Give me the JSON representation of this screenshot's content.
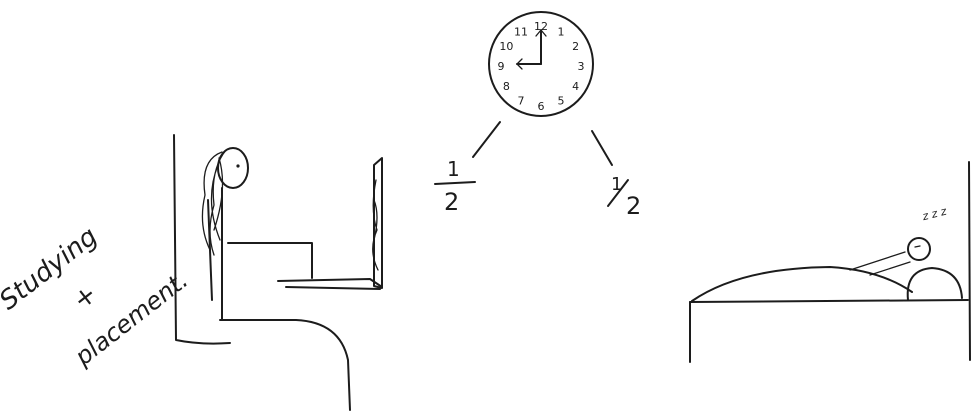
{
  "caption": {
    "line1": "Studying",
    "line2": "+",
    "line3": "placement."
  },
  "clock": {
    "numerals": [
      "12",
      "1",
      "2",
      "3",
      "4",
      "5",
      "6",
      "7",
      "8",
      "9",
      "10",
      "11"
    ]
  },
  "fractions": {
    "left": {
      "numerator": "1",
      "denominator": "2"
    },
    "right": {
      "numerator": "1",
      "denominator": "2"
    }
  },
  "sleep": {
    "snore": "z z z"
  },
  "colors": {
    "ink": "#1c1c1c",
    "paper": "#ffffff"
  }
}
